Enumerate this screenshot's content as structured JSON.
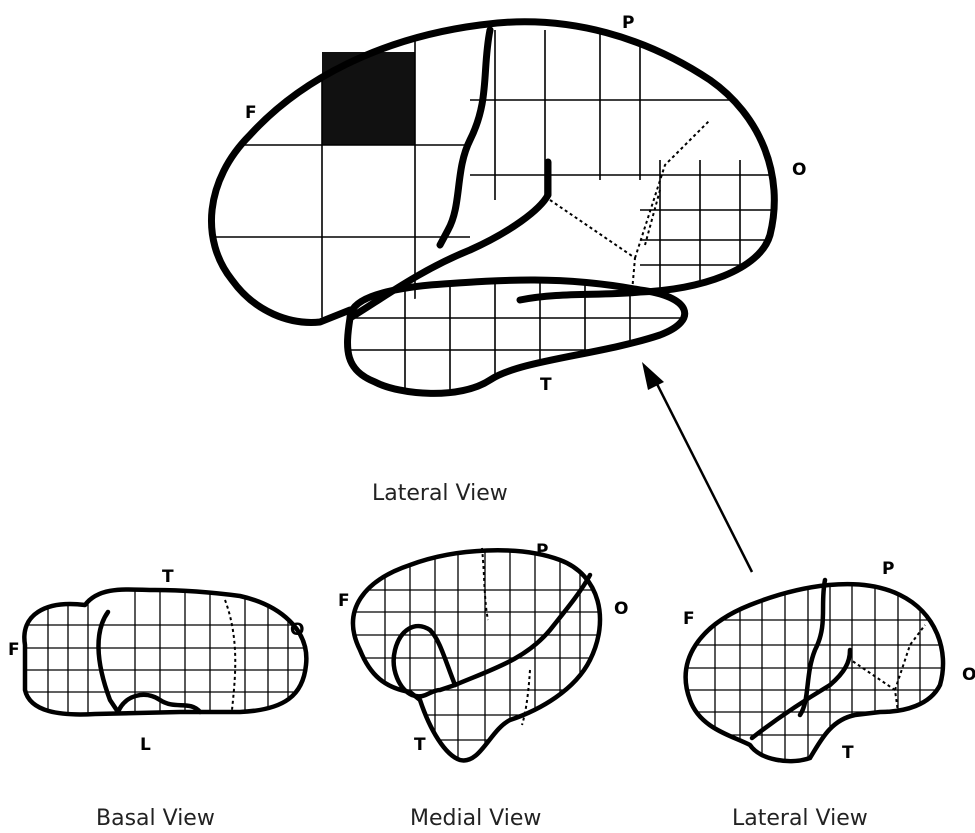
{
  "main_view": {
    "caption": "Lateral View",
    "labels": {
      "frontal": "F",
      "parietal": "P",
      "occipital": "O",
      "temporal": "T"
    }
  },
  "basal_view": {
    "caption": "Basal View",
    "labels": {
      "frontal": "F",
      "temporal": "T",
      "occipital": "O",
      "limbic": "L"
    }
  },
  "medial_view": {
    "caption": "Medial View",
    "labels": {
      "frontal": "F",
      "parietal": "P",
      "occipital": "O",
      "temporal": "T"
    }
  },
  "small_lateral_view": {
    "caption": "Lateral View",
    "labels": {
      "frontal": "F",
      "parietal": "P",
      "occipital": "O",
      "temporal": "T"
    }
  },
  "highlight_color": "#111111"
}
